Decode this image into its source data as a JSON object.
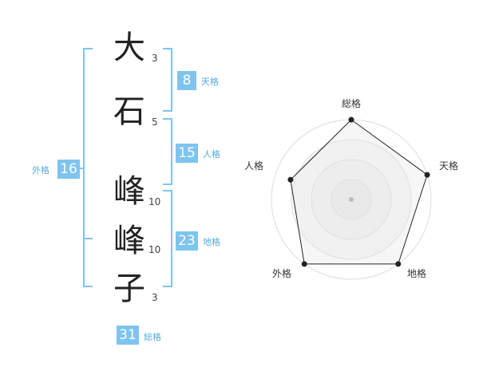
{
  "name": {
    "characters": [
      {
        "char": "大",
        "strokes": "3"
      },
      {
        "char": "石",
        "strokes": "5"
      },
      {
        "char": "峰",
        "strokes": "10"
      },
      {
        "char": "峰",
        "strokes": "10"
      },
      {
        "char": "子",
        "strokes": "3"
      }
    ]
  },
  "fortunes": {
    "tenkaku": {
      "value": "8",
      "label": "天格"
    },
    "jinkaku": {
      "value": "15",
      "label": "人格"
    },
    "chikaku": {
      "value": "23",
      "label": "地格"
    },
    "gaikaku": {
      "value": "16",
      "label": "外格"
    },
    "soukaku": {
      "value": "31",
      "label": "総格"
    }
  },
  "colors": {
    "accent": "#7fc4ef",
    "accent_text": "#55aadd"
  },
  "chart_data": {
    "type": "radar",
    "axes": [
      "総格",
      "天格",
      "地格",
      "外格",
      "人格"
    ],
    "values": [
      5,
      5,
      5,
      5,
      4
    ],
    "rmax": 5,
    "rings": 4,
    "grid": true
  }
}
